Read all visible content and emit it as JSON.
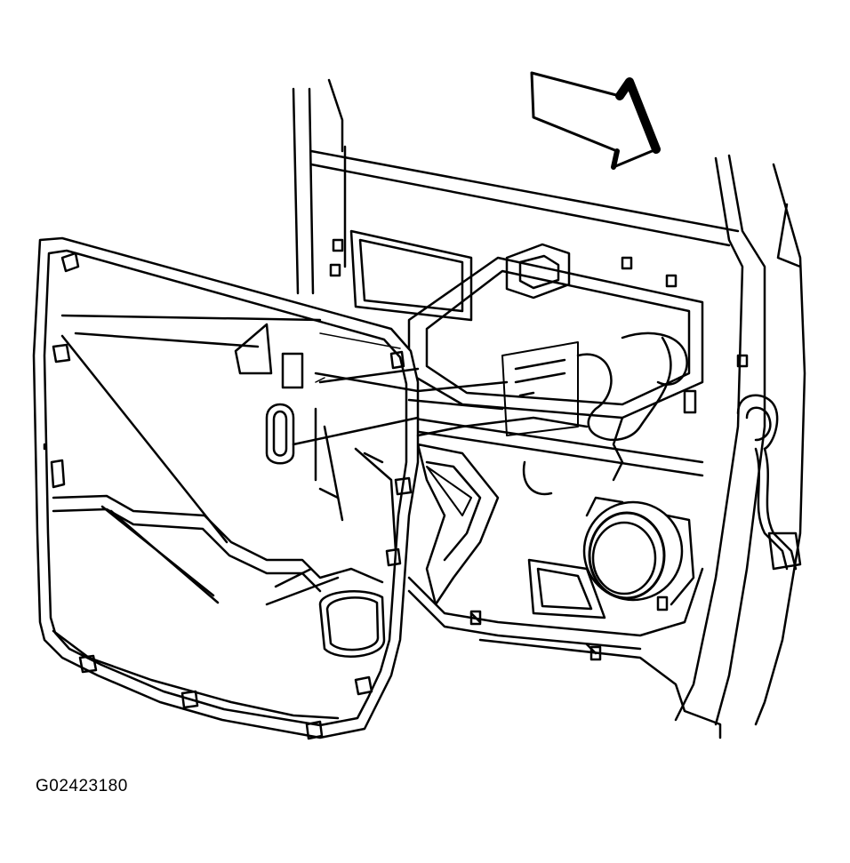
{
  "figure": {
    "id_label": "G02423180"
  },
  "colors": {
    "line": "#000000",
    "fill": "#ffffff"
  },
  "parts": [
    "door-frame",
    "door-trim-panel",
    "window-regulator",
    "speaker",
    "wiring-harness",
    "direction-arrow-icon"
  ]
}
